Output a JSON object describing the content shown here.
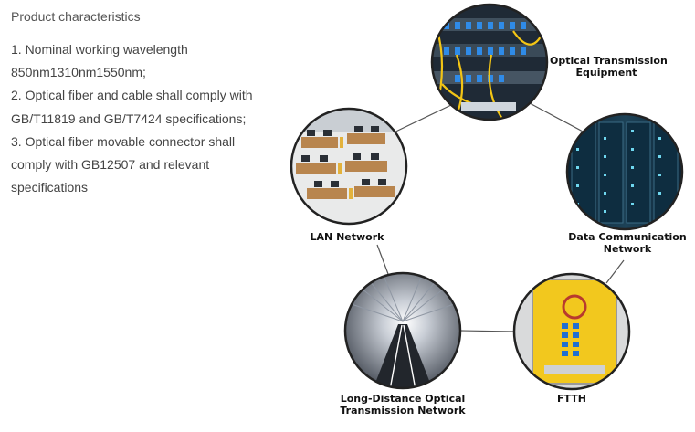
{
  "heading": "Product characteristics",
  "spec_lines": [
    "1. Nominal working wavelength",
    "850nm1310nm1550nm;",
    "2. Optical fiber and cable shall comply with",
    "GB/T11819 and GB/T7424 specifications;",
    "3. Optical fiber movable connector shall",
    "comply with GB12507 and relevant",
    "specifications"
  ],
  "diagram": {
    "nodes": {
      "optical_equipment": {
        "line1": "Optical Transmission",
        "line2": "Equipment",
        "icon": "patch-panel-photo"
      },
      "data_communication": {
        "line1": "Data Communication",
        "line2": "Network",
        "icon": "server-rack-photo"
      },
      "lan": {
        "line1": "LAN Network",
        "icon": "office-desks-photo"
      },
      "long_distance": {
        "line1": "Long-Distance Optical",
        "line2": "Transmission Network",
        "icon": "light-tunnel-photo"
      },
      "ftth": {
        "line1": "FTTH",
        "icon": "fiber-box-photo"
      }
    },
    "colors": {
      "circle_border": "#222222",
      "connector": "#555555",
      "ftth_box": "#f2c81e",
      "fiber": "#1e6fd0"
    }
  }
}
